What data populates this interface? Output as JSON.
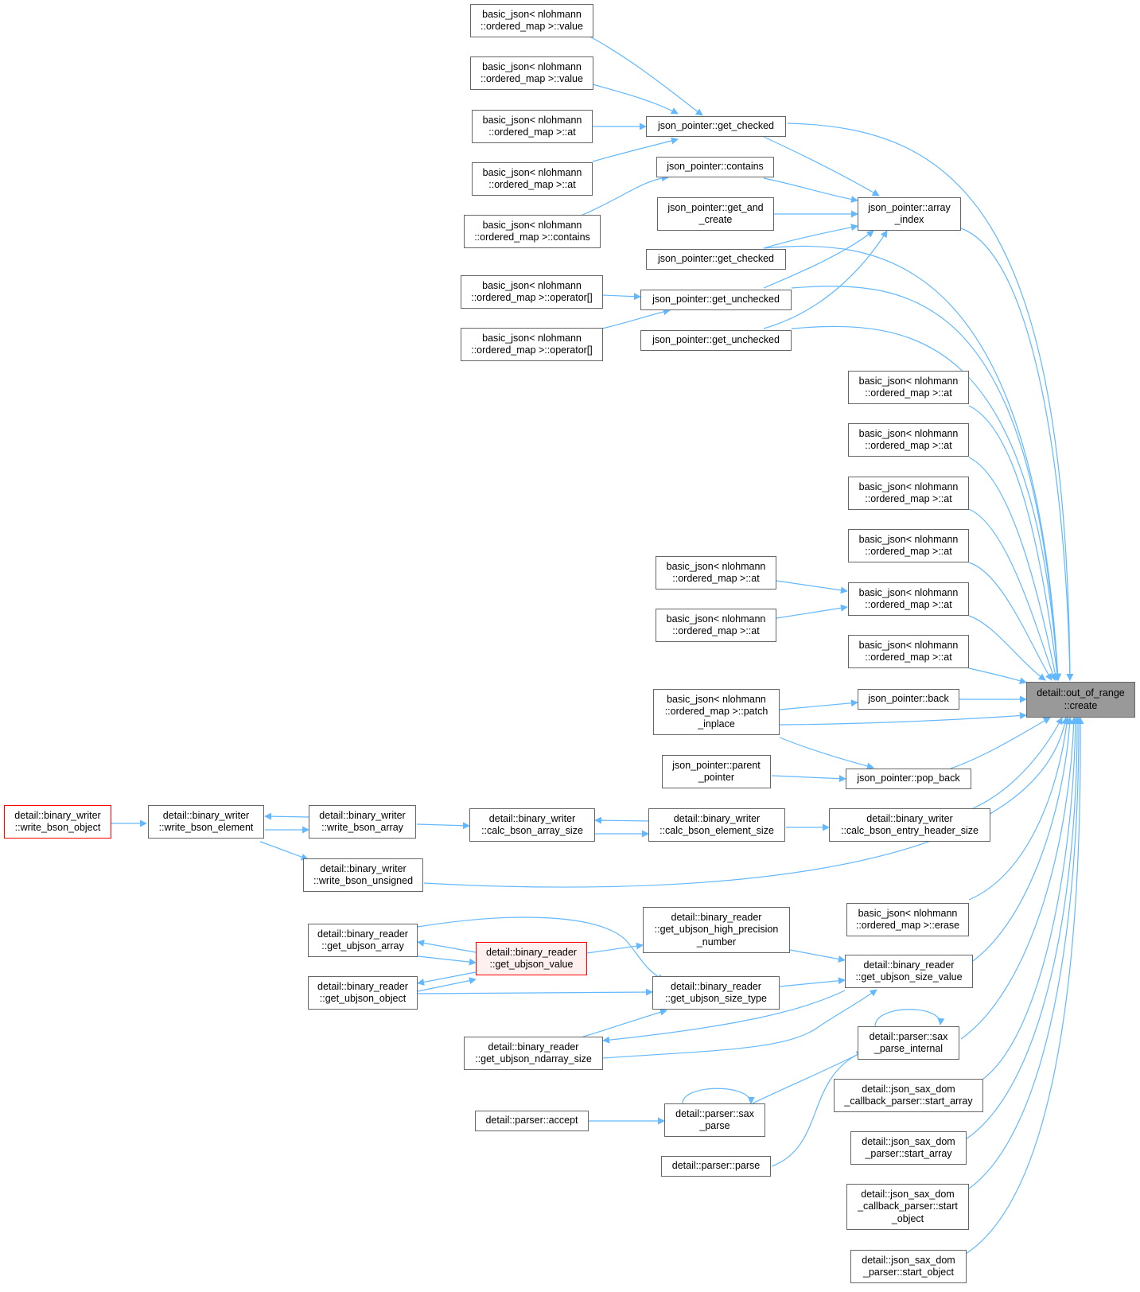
{
  "colors": {
    "edge": "#63b8ff",
    "node_border": "#666666",
    "root_fill": "#999999",
    "truncated_border": "#ff0000",
    "highlight_fill": "#fff0f0"
  },
  "nodes": {
    "root": "detail::out_of_range\n::create",
    "bj_value_1": "basic_json< nlohmann\n::ordered_map >::value",
    "bj_value_2": "basic_json< nlohmann\n::ordered_map >::value",
    "bj_at_a": "basic_json< nlohmann\n::ordered_map >::at",
    "bj_at_b": "basic_json< nlohmann\n::ordered_map >::at",
    "bj_contains": "basic_json< nlohmann\n::ordered_map >::contains",
    "bj_operator_1": "basic_json< nlohmann\n::ordered_map >::operator[]",
    "bj_operator_2": "basic_json< nlohmann\n::ordered_map >::operator[]",
    "jp_get_checked_1": "json_pointer::get_checked",
    "jp_contains": "json_pointer::contains",
    "jp_get_and_create": "json_pointer::get_and\n_create",
    "jp_get_checked_2": "json_pointer::get_checked",
    "jp_get_unchecked_1": "json_pointer::get_unchecked",
    "jp_get_unchecked_2": "json_pointer::get_unchecked",
    "jp_array_index": "json_pointer::array\n_index",
    "bj_at_r1": "basic_json< nlohmann\n::ordered_map >::at",
    "bj_at_r2": "basic_json< nlohmann\n::ordered_map >::at",
    "bj_at_r3": "basic_json< nlohmann\n::ordered_map >::at",
    "bj_at_r4": "basic_json< nlohmann\n::ordered_map >::at",
    "bj_at_r5": "basic_json< nlohmann\n::ordered_map >::at",
    "bj_at_r6": "basic_json< nlohmann\n::ordered_map >::at",
    "bj_at_m1": "basic_json< nlohmann\n::ordered_map >::at",
    "bj_at_m2": "basic_json< nlohmann\n::ordered_map >::at",
    "jp_back": "json_pointer::back",
    "bj_patch_inplace": "basic_json< nlohmann\n::ordered_map >::patch\n_inplace",
    "jp_parent_pointer": "json_pointer::parent\n_pointer",
    "jp_pop_back": "json_pointer::pop_back",
    "bw_write_bson_object": "detail::binary_writer\n::write_bson_object",
    "bw_write_bson_element": "detail::binary_writer\n::write_bson_element",
    "bw_write_bson_array": "detail::binary_writer\n::write_bson_array",
    "bw_calc_bson_array_size": "detail::binary_writer\n::calc_bson_array_size",
    "bw_calc_bson_element_size": "detail::binary_writer\n::calc_bson_element_size",
    "bw_calc_bson_entry_header_size": "detail::binary_writer\n::calc_bson_entry_header_size",
    "bw_write_bson_unsigned": "detail::binary_writer\n::write_bson_unsigned",
    "bj_erase": "basic_json< nlohmann\n::ordered_map >::erase",
    "br_get_ubjson_array": "detail::binary_reader\n::get_ubjson_array",
    "br_get_ubjson_value": "detail::binary_reader\n::get_ubjson_value",
    "br_get_ubjson_object": "detail::binary_reader\n::get_ubjson_object",
    "br_get_ubjson_high_precision_number": "detail::binary_reader\n::get_ubjson_high_precision\n_number",
    "br_get_ubjson_size_type": "detail::binary_reader\n::get_ubjson_size_type",
    "br_get_ubjson_size_value": "detail::binary_reader\n::get_ubjson_size_value",
    "br_get_ubjson_ndarray_size": "detail::binary_reader\n::get_ubjson_ndarray_size",
    "parser_sax_parse_internal": "detail::parser::sax\n_parse_internal",
    "jsdc_start_array": "detail::json_sax_dom\n_callback_parser::start_array",
    "parser_accept": "detail::parser::accept",
    "parser_sax_parse": "detail::parser::sax\n_parse",
    "jsd_start_array": "detail::json_sax_dom\n_parser::start_array",
    "parser_parse": "detail::parser::parse",
    "jsdc_start_object": "detail::json_sax_dom\n_callback_parser::start\n_object",
    "jsd_start_object": "detail::json_sax_dom\n_parser::start_object"
  }
}
